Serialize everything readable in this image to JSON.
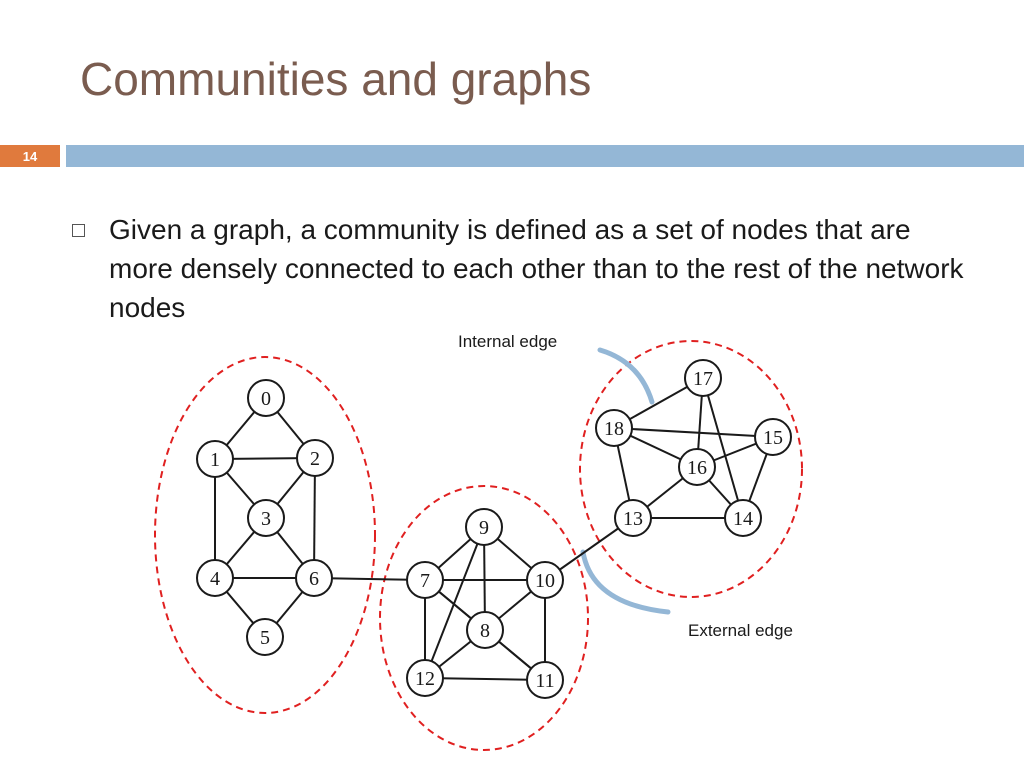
{
  "slide": {
    "title": "Communities and graphs",
    "number": "14",
    "bullet": "Given a graph, a community is defined as a set of nodes that are more densely connected to each other than to the rest of the network nodes"
  },
  "labels": {
    "internal_edge": "Internal edge",
    "external_edge": "External edge"
  },
  "colors": {
    "title": "#7a5c4f",
    "slide_number_bg": "#e07a3d",
    "title_band": "#94b7d6",
    "community_outline": "#e02020",
    "callout_arc": "#94b7d6",
    "edge": "#1a1a1a"
  },
  "graph": {
    "nodes": [
      "0",
      "1",
      "2",
      "3",
      "4",
      "5",
      "6",
      "7",
      "8",
      "9",
      "10",
      "11",
      "12",
      "13",
      "14",
      "15",
      "16",
      "17",
      "18"
    ],
    "communities": [
      [
        "0",
        "1",
        "2",
        "3",
        "4",
        "5",
        "6"
      ],
      [
        "7",
        "8",
        "9",
        "10",
        "11",
        "12"
      ],
      [
        "13",
        "14",
        "15",
        "16",
        "17",
        "18"
      ]
    ],
    "edges": [
      [
        "0",
        "1"
      ],
      [
        "0",
        "2"
      ],
      [
        "1",
        "2"
      ],
      [
        "1",
        "3"
      ],
      [
        "2",
        "3"
      ],
      [
        "1",
        "4"
      ],
      [
        "2",
        "6"
      ],
      [
        "3",
        "4"
      ],
      [
        "3",
        "6"
      ],
      [
        "4",
        "6"
      ],
      [
        "4",
        "5"
      ],
      [
        "5",
        "6"
      ],
      [
        "6",
        "7"
      ],
      [
        "7",
        "9"
      ],
      [
        "7",
        "10"
      ],
      [
        "7",
        "8"
      ],
      [
        "7",
        "11"
      ],
      [
        "7",
        "12"
      ],
      [
        "9",
        "10"
      ],
      [
        "9",
        "8"
      ],
      [
        "9",
        "12"
      ],
      [
        "10",
        "8"
      ],
      [
        "10",
        "11"
      ],
      [
        "8",
        "12"
      ],
      [
        "8",
        "11"
      ],
      [
        "12",
        "11"
      ],
      [
        "10",
        "13"
      ],
      [
        "13",
        "18"
      ],
      [
        "13",
        "16"
      ],
      [
        "13",
        "14"
      ],
      [
        "18",
        "17"
      ],
      [
        "18",
        "15"
      ],
      [
        "18",
        "16"
      ],
      [
        "17",
        "16"
      ],
      [
        "17",
        "14"
      ],
      [
        "16",
        "15"
      ],
      [
        "16",
        "14"
      ],
      [
        "15",
        "14"
      ]
    ]
  }
}
